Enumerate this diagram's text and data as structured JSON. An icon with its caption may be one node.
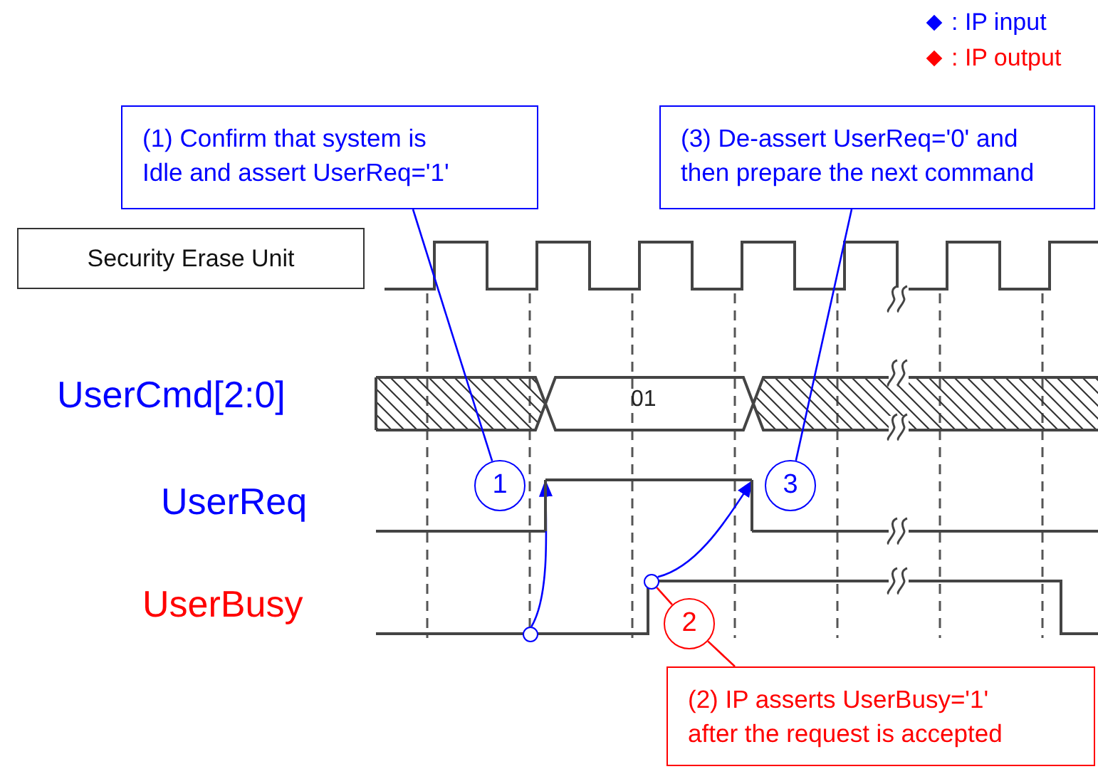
{
  "diagram": {
    "nodes": [
      {
        "text": [
          "(1) Confirm that system is Idle and assert UserReq='1'"
        ]
      },
      {
        "text": [
          "(3) De-assert UserReq='0' and then prepare the next command"
        ]
      },
      {
        "text": [
          "Security Erase Unit"
        ]
      },
      {
        "text": [
          "1"
        ]
      },
      {
        "text": [
          "3"
        ]
      },
      {
        "text": [
          "2"
        ]
      },
      {
        "text": [
          "(2) IP asserts UserBusy='1' after the request is accepted"
        ]
      },
      {
        "text": [],
        "shape": "circle"
      },
      {
        "text": [],
        "shape": "circle"
      },
      {
        "text": [],
        "shape": "bar"
      },
      {
        "text": [],
        "shape": "bar"
      }
    ],
    "edges": [
      {
        "from": 0,
        "to": 3,
        "arrow": "none"
      },
      {
        "from": 1,
        "to": 4,
        "arrow": "none"
      },
      {
        "from": 7,
        "to": 9,
        "arrow": "to"
      },
      {
        "from": 8,
        "to": 10,
        "arrow": "to"
      },
      {
        "from": 8,
        "to": 5,
        "arrow": "none",
        "color": "#ff0000"
      },
      {
        "from": 5,
        "to": 6,
        "arrow": "none",
        "color": "#ff0000"
      }
    ],
    "labels": [
      "UserCmd[2:0]",
      "01",
      "UserReq",
      "UserBusy"
    ],
    "legend": [
      {
        "text": ": IP input",
        "color": "#0000ff"
      },
      {
        "text": ": IP output",
        "color": "#ff0000"
      }
    ]
  }
}
